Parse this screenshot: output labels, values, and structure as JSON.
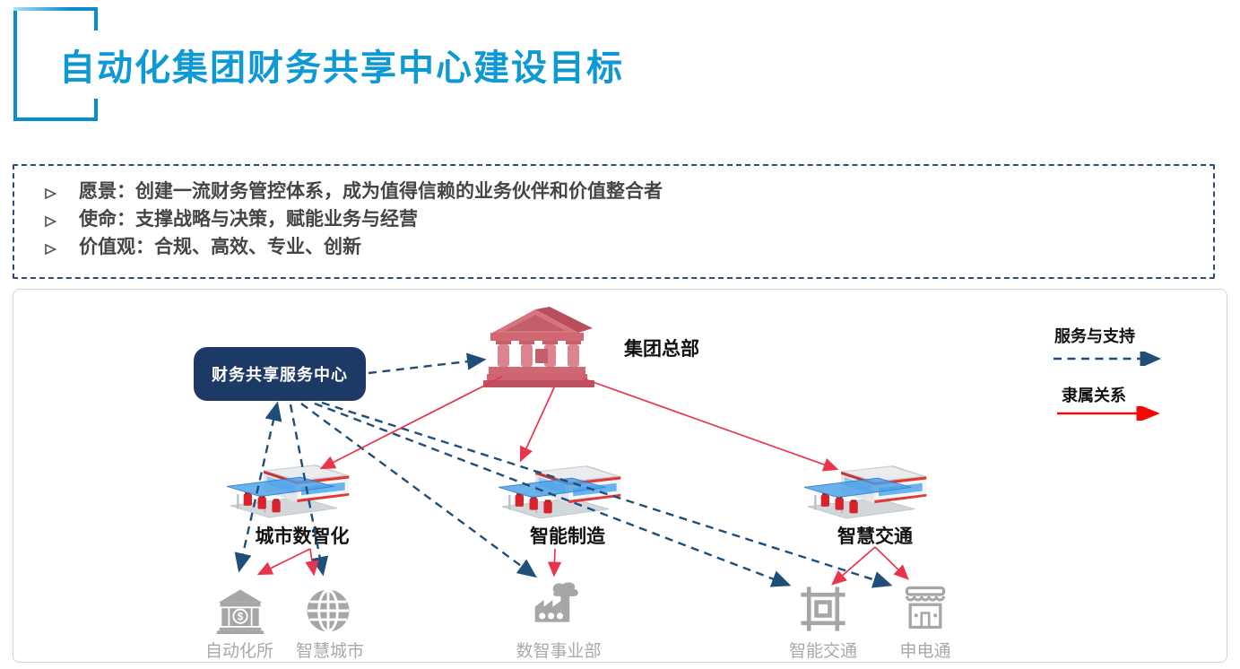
{
  "title": "自动化集团财务共享中心建设目标",
  "mission": {
    "items": [
      "愿景：创建一流财务管控体系，成为值得信赖的业务伙伴和价值整合者",
      "使命：支撑战略与决策，赋能业务与经营",
      "价值观：合规、高效、专业、创新"
    ]
  },
  "diagram": {
    "center_box": "财务共享服务中心",
    "headquarters": "集团总部",
    "legend": {
      "service": "服务与支持",
      "affiliation": "隶属关系"
    },
    "divisions": [
      "城市数智化",
      "智能制造",
      "智慧交通"
    ],
    "subsidiaries": [
      "自动化所",
      "智慧城市",
      "数智事业部",
      "智能交通",
      "申电通"
    ],
    "icons": {
      "headquarters": "bank-building-icon",
      "divisions": "service-station-building-icon",
      "subsidiaries": [
        "bank-dollar-icon",
        "globe-icon",
        "factory-icon",
        "frame-icon",
        "storefront-icon"
      ]
    },
    "colors": {
      "title_blue": "#0e99d5",
      "center_box_navy": "#1d3a67",
      "dashed_arrow_blue": "#1f4e79",
      "relation_red": "#e8344c",
      "legend_red": "#f60808",
      "icon_gray": "#a6a6a6"
    }
  }
}
